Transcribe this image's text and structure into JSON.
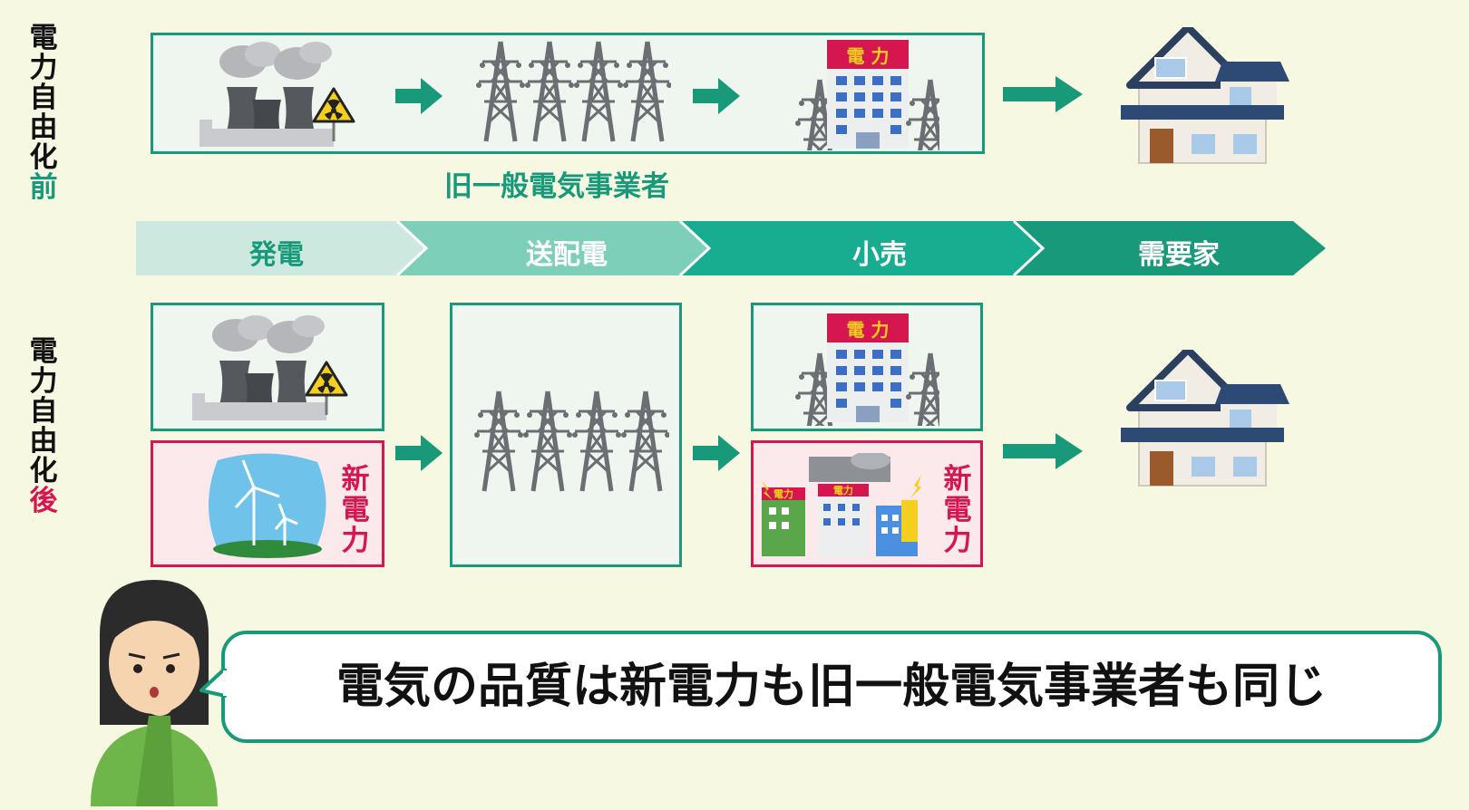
{
  "labels": {
    "before": [
      "電",
      "力",
      "自",
      "由",
      "化",
      "前"
    ],
    "after": [
      "電",
      "力",
      "自",
      "由",
      "化",
      "後"
    ],
    "old_utility": "旧一般電気事業者",
    "new_power": [
      "新",
      "電",
      "力"
    ],
    "building_sign": "電 力",
    "small_sign": "電力"
  },
  "stages": [
    {
      "label": "発電",
      "color": "#cde8de",
      "text_color": "#17997a"
    },
    {
      "label": "送配電",
      "color": "#7ecfba",
      "text_color": "#ffffff"
    },
    {
      "label": "小売",
      "color": "#18ad90",
      "text_color": "#ffffff"
    },
    {
      "label": "需要家",
      "color": "#17997a",
      "text_color": "#ffffff"
    }
  ],
  "speech": "電気の品質は新電力も旧一般電気事業者も同じ",
  "colors": {
    "accent_green": "#17997a",
    "accent_pink": "#d6164e",
    "background": "#f7f8e2"
  },
  "icons": [
    "power-plant-icon",
    "radiation-icon",
    "transmission-tower-icon",
    "power-company-building-icon",
    "house-icon",
    "wind-turbine-icon",
    "arrow-right-icon",
    "woman-thinking-icon"
  ]
}
